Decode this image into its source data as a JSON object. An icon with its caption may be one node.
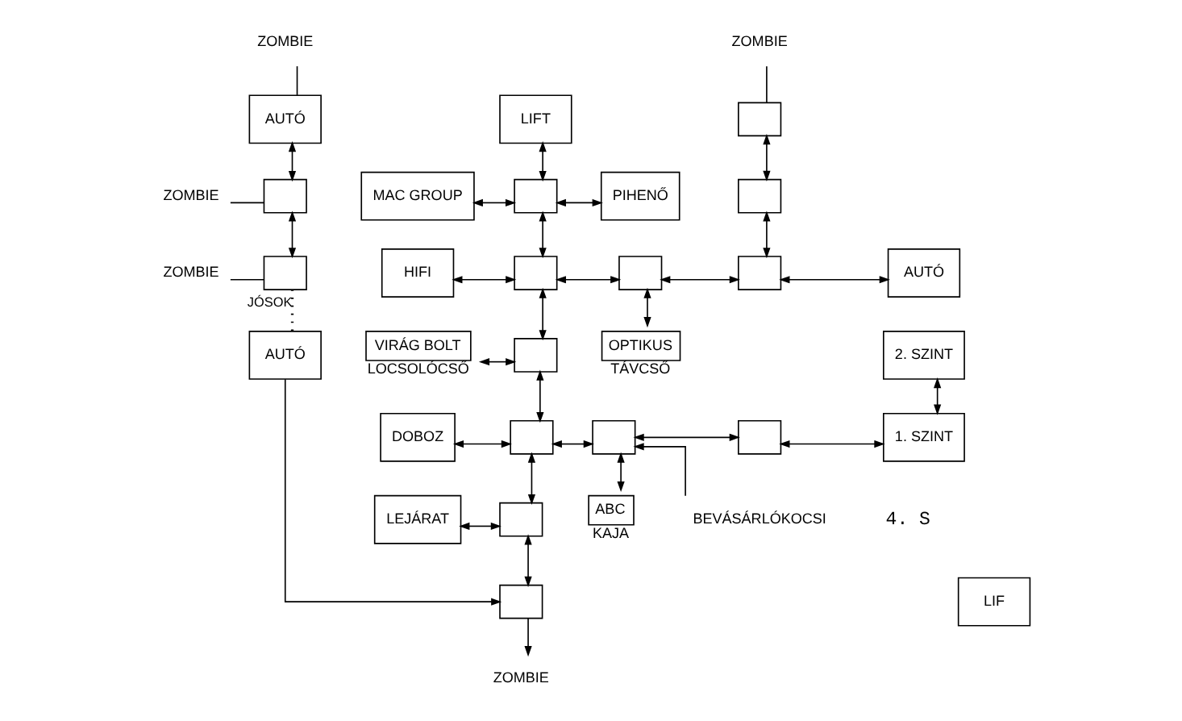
{
  "diagram": {
    "nodes": [
      {
        "text": [
          "ZOMBIE"
        ]
      },
      {
        "text": [
          "AUTÓ"
        ]
      },
      {
        "text": [],
        "shape": "box"
      },
      {
        "text": [
          "ZOMBIE"
        ]
      },
      {
        "text": [],
        "shape": "box"
      },
      {
        "text": [
          "ZOMBIE"
        ]
      },
      {
        "text": [
          "AUTÓ"
        ]
      },
      {
        "text": [
          "LIFT"
        ]
      },
      {
        "text": [],
        "shape": "box"
      },
      {
        "text": [],
        "shape": "box"
      },
      {
        "text": [],
        "shape": "box"
      },
      {
        "text": [],
        "shape": "box"
      },
      {
        "text": [],
        "shape": "box"
      },
      {
        "text": [],
        "shape": "box"
      },
      {
        "text": [
          "MAC GROUP"
        ]
      },
      {
        "text": [
          "HIFI"
        ]
      },
      {
        "text": [
          "VIRÁG BOLT"
        ],
        "beside": [
          "LOCSOLÓCSŐ"
        ]
      },
      {
        "text": [
          "DOBOZ"
        ]
      },
      {
        "text": [
          "LEJÁRAT"
        ]
      },
      {
        "text": [
          "ZOMBIE"
        ]
      },
      {
        "text": [
          "PIHENŐ"
        ]
      },
      {
        "text": [],
        "shape": "box"
      },
      {
        "text": [
          "OPTIKUS"
        ],
        "beside": [
          "TÁVCSŐ"
        ]
      },
      {
        "text": [],
        "shape": "box"
      },
      {
        "text": [
          "ABC"
        ],
        "beside": [
          "KAJA"
        ]
      },
      {
        "text": [
          "ZOMBIE"
        ]
      },
      {
        "text": [],
        "shape": "box"
      },
      {
        "text": [],
        "shape": "box"
      },
      {
        "text": [],
        "shape": "box"
      },
      {
        "text": [
          "AUTÓ"
        ]
      },
      {
        "text": [],
        "shape": "box"
      },
      {
        "text": [
          "2. SZINT"
        ]
      },
      {
        "text": [
          "1. SZINT"
        ]
      },
      {
        "text": [
          "BEVÁSÁRLÓKOCSI"
        ]
      },
      {
        "text": [
          "LIF"
        ]
      }
    ],
    "edges": [
      {
        "from": 0,
        "to": 1,
        "arrow": "none"
      },
      {
        "from": 1,
        "to": 2,
        "arrow": "both"
      },
      {
        "from": 3,
        "to": 2,
        "arrow": "none"
      },
      {
        "from": 2,
        "to": 4,
        "arrow": "both"
      },
      {
        "from": 5,
        "to": 4,
        "arrow": "none"
      },
      {
        "from": 4,
        "to": 6,
        "arrow": "none",
        "style": "dashed",
        "label": "JÓSOK"
      },
      {
        "from": 6,
        "to": 13,
        "arrow": "to"
      },
      {
        "from": 7,
        "to": 8,
        "arrow": "both"
      },
      {
        "from": 8,
        "to": 9,
        "arrow": "both"
      },
      {
        "from": 9,
        "to": 10,
        "arrow": "both"
      },
      {
        "from": 10,
        "to": 11,
        "arrow": "both"
      },
      {
        "from": 11,
        "to": 12,
        "arrow": "both"
      },
      {
        "from": 12,
        "to": 13,
        "arrow": "both"
      },
      {
        "from": 13,
        "to": 19,
        "arrow": "to"
      },
      {
        "from": 14,
        "to": 8,
        "arrow": "both"
      },
      {
        "from": 8,
        "to": 20,
        "arrow": "both"
      },
      {
        "from": 15,
        "to": 9,
        "arrow": "both"
      },
      {
        "from": 9,
        "to": 21,
        "arrow": "both"
      },
      {
        "from": 16,
        "to": 10,
        "arrow": "both"
      },
      {
        "from": 17,
        "to": 11,
        "arrow": "both"
      },
      {
        "from": 11,
        "to": 23,
        "arrow": "both"
      },
      {
        "from": 18,
        "to": 12,
        "arrow": "both"
      },
      {
        "from": 21,
        "to": 28,
        "arrow": "both"
      },
      {
        "from": 21,
        "to": 22,
        "arrow": "both"
      },
      {
        "from": 25,
        "to": 26,
        "arrow": "none"
      },
      {
        "from": 26,
        "to": 27,
        "arrow": "both"
      },
      {
        "from": 27,
        "to": 28,
        "arrow": "both"
      },
      {
        "from": 28,
        "to": 29,
        "arrow": "both"
      },
      {
        "from": 23,
        "to": 30,
        "arrow": "both"
      },
      {
        "from": 23,
        "to": 24,
        "arrow": "both"
      },
      {
        "from": 30,
        "to": 32,
        "arrow": "both"
      },
      {
        "from": 31,
        "to": 32,
        "arrow": "both"
      },
      {
        "from": 33,
        "to": 23,
        "arrow": "to"
      }
    ],
    "labels": [
      "4. S"
    ]
  }
}
